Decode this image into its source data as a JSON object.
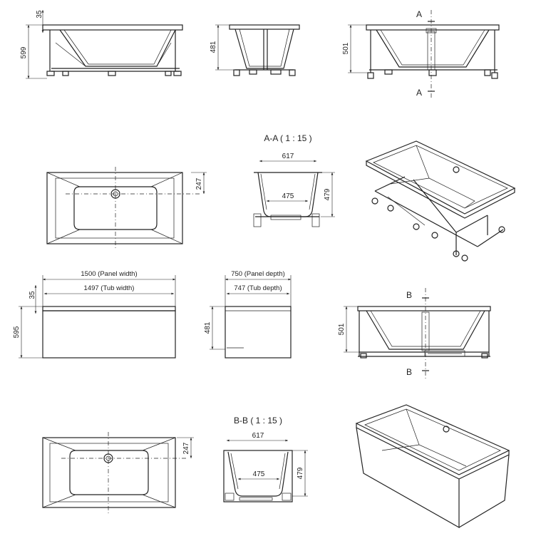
{
  "elevation_top_left": {
    "d_height": "599",
    "d_rim": "35"
  },
  "elevation_top_mid": {
    "d_height": "481"
  },
  "elevation_top_right": {
    "d_height": "501",
    "cut_label_top": "A",
    "cut_label_bottom": "A"
  },
  "section_aa": {
    "title": "A-A ( 1 : 15 )",
    "d_top": "617",
    "d_bottom": "475",
    "d_height": "479"
  },
  "plan_upper": {
    "d_offset": "247"
  },
  "panel_front": {
    "d_panel_width": "1500 (Panel width)",
    "d_tub_width": "1497 (Tub width)",
    "d_rim": "35",
    "d_height": "595"
  },
  "panel_side": {
    "d_panel_depth": "750 (Panel depth)",
    "d_tub_depth": "747 (Tub depth)",
    "d_height": "481"
  },
  "elevation_mid_right": {
    "d_height": "501",
    "cut_label_top": "B",
    "cut_label_bottom": "B"
  },
  "section_bb": {
    "title": "B-B ( 1 : 15 )",
    "d_top": "617",
    "d_bottom": "475",
    "d_height": "479"
  },
  "plan_lower": {
    "d_offset": "247"
  }
}
